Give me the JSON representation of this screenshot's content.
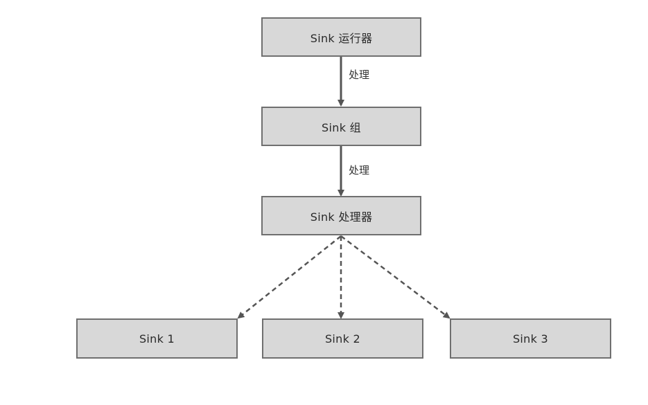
{
  "nodes": {
    "runner": "Sink 运行器",
    "group": "Sink 组",
    "processor": "Sink 处理器",
    "sink1": "Sink 1",
    "sink2": "Sink 2",
    "sink3": "Sink 3"
  },
  "edges": {
    "runner_to_group": "处理",
    "group_to_processor": "处理"
  },
  "colors": {
    "node_fill": "#d8d8d8",
    "node_border": "#6f6f6f",
    "arrow": "#555555"
  }
}
